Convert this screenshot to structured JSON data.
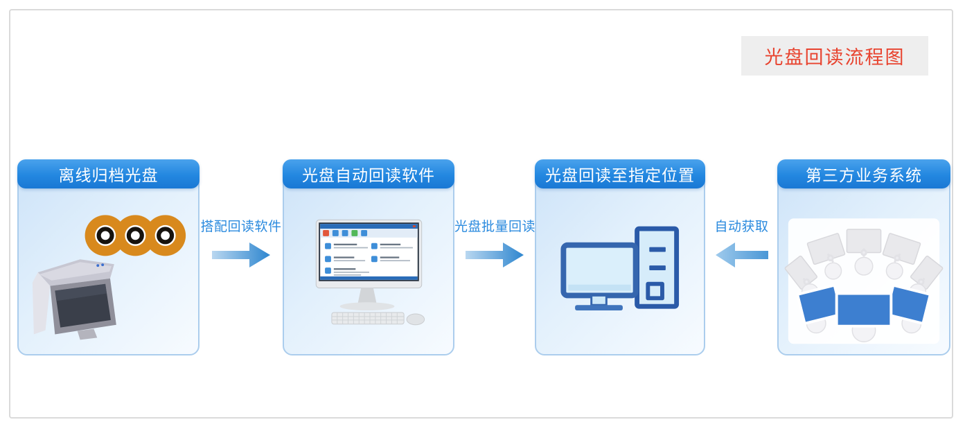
{
  "title": {
    "label": "光盘回读流程图"
  },
  "flow": {
    "nodes": [
      {
        "id": "offline-discs",
        "label": "离线归档光盘",
        "icon": "archive-discs-reader-icon"
      },
      {
        "id": "readback-software",
        "label": "光盘自动回读软件",
        "icon": "software-computer-icon"
      },
      {
        "id": "target-location",
        "label": "光盘回读至指定位置",
        "icon": "desktop-computer-icon"
      },
      {
        "id": "third-party-system",
        "label": "第三方业务系统",
        "icon": "networked-screens-icon"
      }
    ],
    "arrows": [
      {
        "label": "搭配回读软件",
        "direction": "right",
        "from": "offline-discs",
        "to": "readback-software"
      },
      {
        "label": "光盘批量回读",
        "direction": "right",
        "from": "readback-software",
        "to": "target-location"
      },
      {
        "label": "自动获取",
        "direction": "left",
        "from": "third-party-system",
        "to": "target-location"
      }
    ]
  },
  "colors": {
    "frame_border": "#dadada",
    "title_bg": "#eeeeee",
    "title_text": "#e8432f",
    "node_header_blue": "#2387e0",
    "node_border": "#abcded",
    "node_body_light": "#e2f0fc",
    "arrow_light": "#b9d7f0",
    "arrow_dark": "#2e86cf",
    "arrow_label_blue": "#2a8ade",
    "disc_orange": "#d8891d",
    "pc_outline_blue": "#2a5aa8",
    "pc_fill_blue": "#d6ecfa",
    "screen_blue": "#3d7fd0"
  }
}
